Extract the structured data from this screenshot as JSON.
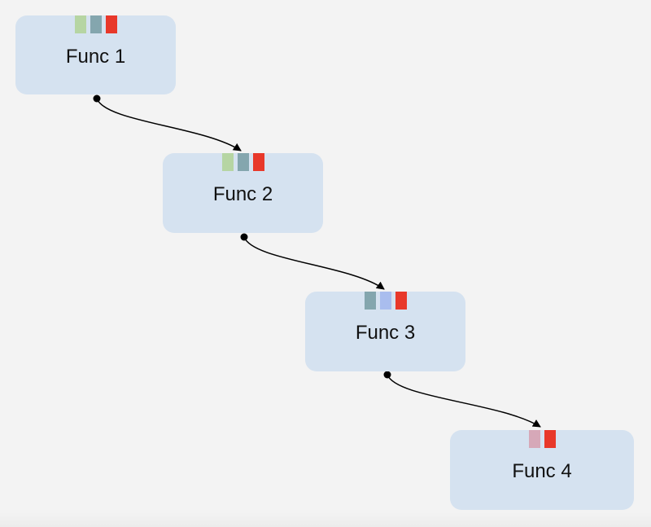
{
  "nodes": [
    {
      "id": "n1",
      "label": "Func 1",
      "chips": [
        "#b6d5a3",
        "#84a6ae",
        "#e8382a"
      ]
    },
    {
      "id": "n2",
      "label": "Func 2",
      "chips": [
        "#b6d5a3",
        "#84a6ae",
        "#e8382a"
      ]
    },
    {
      "id": "n3",
      "label": "Func 3",
      "chips": [
        "#84a6ae",
        "#a9bdee",
        "#e8382a"
      ]
    },
    {
      "id": "n4",
      "label": "Func 4",
      "chips": [
        "#d6a8b8",
        "#e8382a"
      ]
    }
  ],
  "edges": [
    {
      "from": "n1",
      "to": "n2"
    },
    {
      "from": "n2",
      "to": "n3"
    },
    {
      "from": "n3",
      "to": "n4"
    }
  ],
  "colors": {
    "background": "#f3f3f3",
    "node_fill": "#d5e2f0",
    "edge": "#000000"
  }
}
